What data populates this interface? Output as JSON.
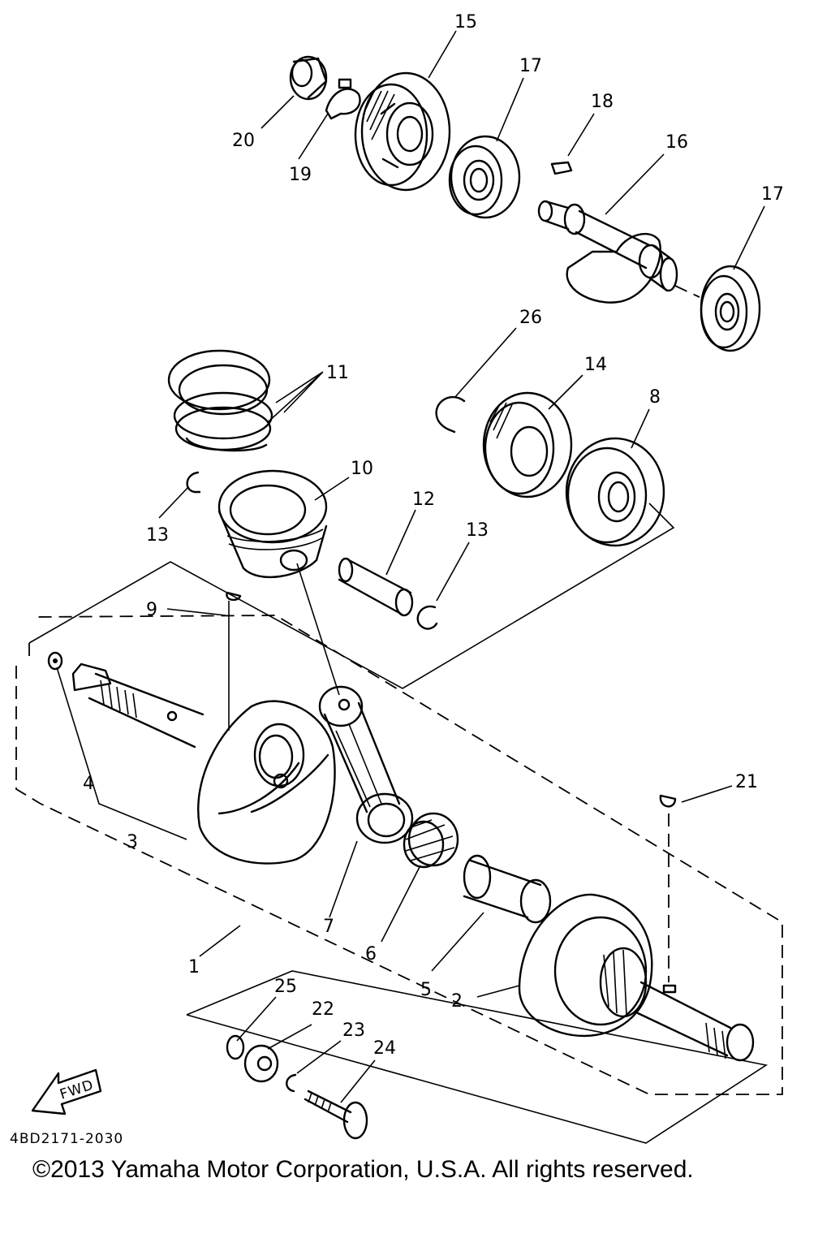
{
  "diagram_code": "4BD2171-2030",
  "copyright": "©2013 Yamaha Motor Corporation, U.S.A. All rights reserved.",
  "fwd_label": "FWD",
  "callouts": {
    "c1": "1",
    "c2": "2",
    "c3": "3",
    "c4": "4",
    "c5": "5",
    "c6": "6",
    "c7": "7",
    "c8": "8",
    "c9": "9",
    "c10": "10",
    "c11": "11",
    "c12": "12",
    "c13a": "13",
    "c13b": "13",
    "c14": "14",
    "c15": "15",
    "c16": "16",
    "c17a": "17",
    "c17b": "17",
    "c18": "18",
    "c19": "19",
    "c20": "20",
    "c21": "21",
    "c22": "22",
    "c23": "23",
    "c24": "24",
    "c25": "25",
    "c26": "26"
  },
  "icons": {
    "fwd": "fwd-arrow-icon"
  }
}
